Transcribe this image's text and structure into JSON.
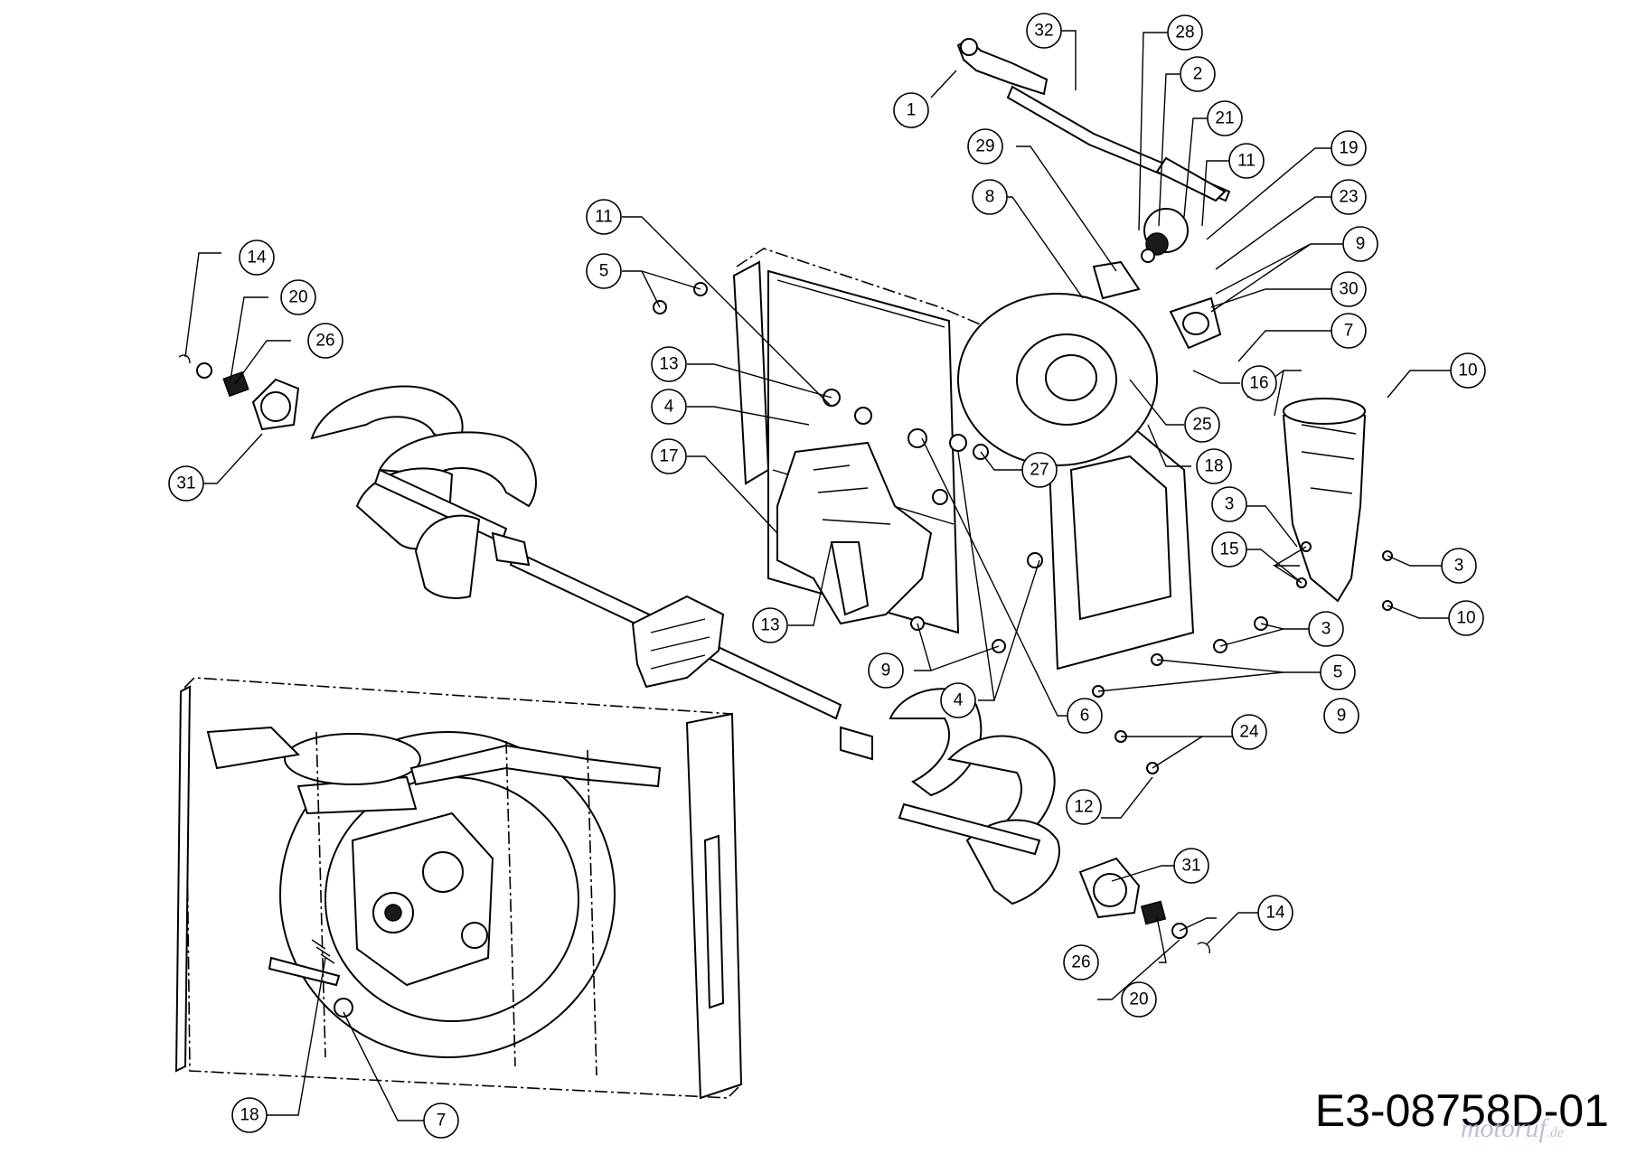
{
  "diagram": {
    "code": "E3-08758D-01",
    "watermark": "motoruf",
    "watermark_suffix": ".de",
    "callouts": [
      "1",
      "32",
      "28",
      "2",
      "21",
      "11",
      "19",
      "23",
      "9",
      "30",
      "7",
      "16",
      "10",
      "29",
      "8",
      "11",
      "5",
      "13",
      "4",
      "17",
      "13",
      "9",
      "4",
      "6",
      "27",
      "25",
      "18",
      "3",
      "15",
      "3",
      "5",
      "9",
      "24",
      "12",
      "31",
      "14",
      "20",
      "26",
      "31",
      "14",
      "20",
      "26",
      "18",
      "7",
      "10",
      "3"
    ]
  }
}
